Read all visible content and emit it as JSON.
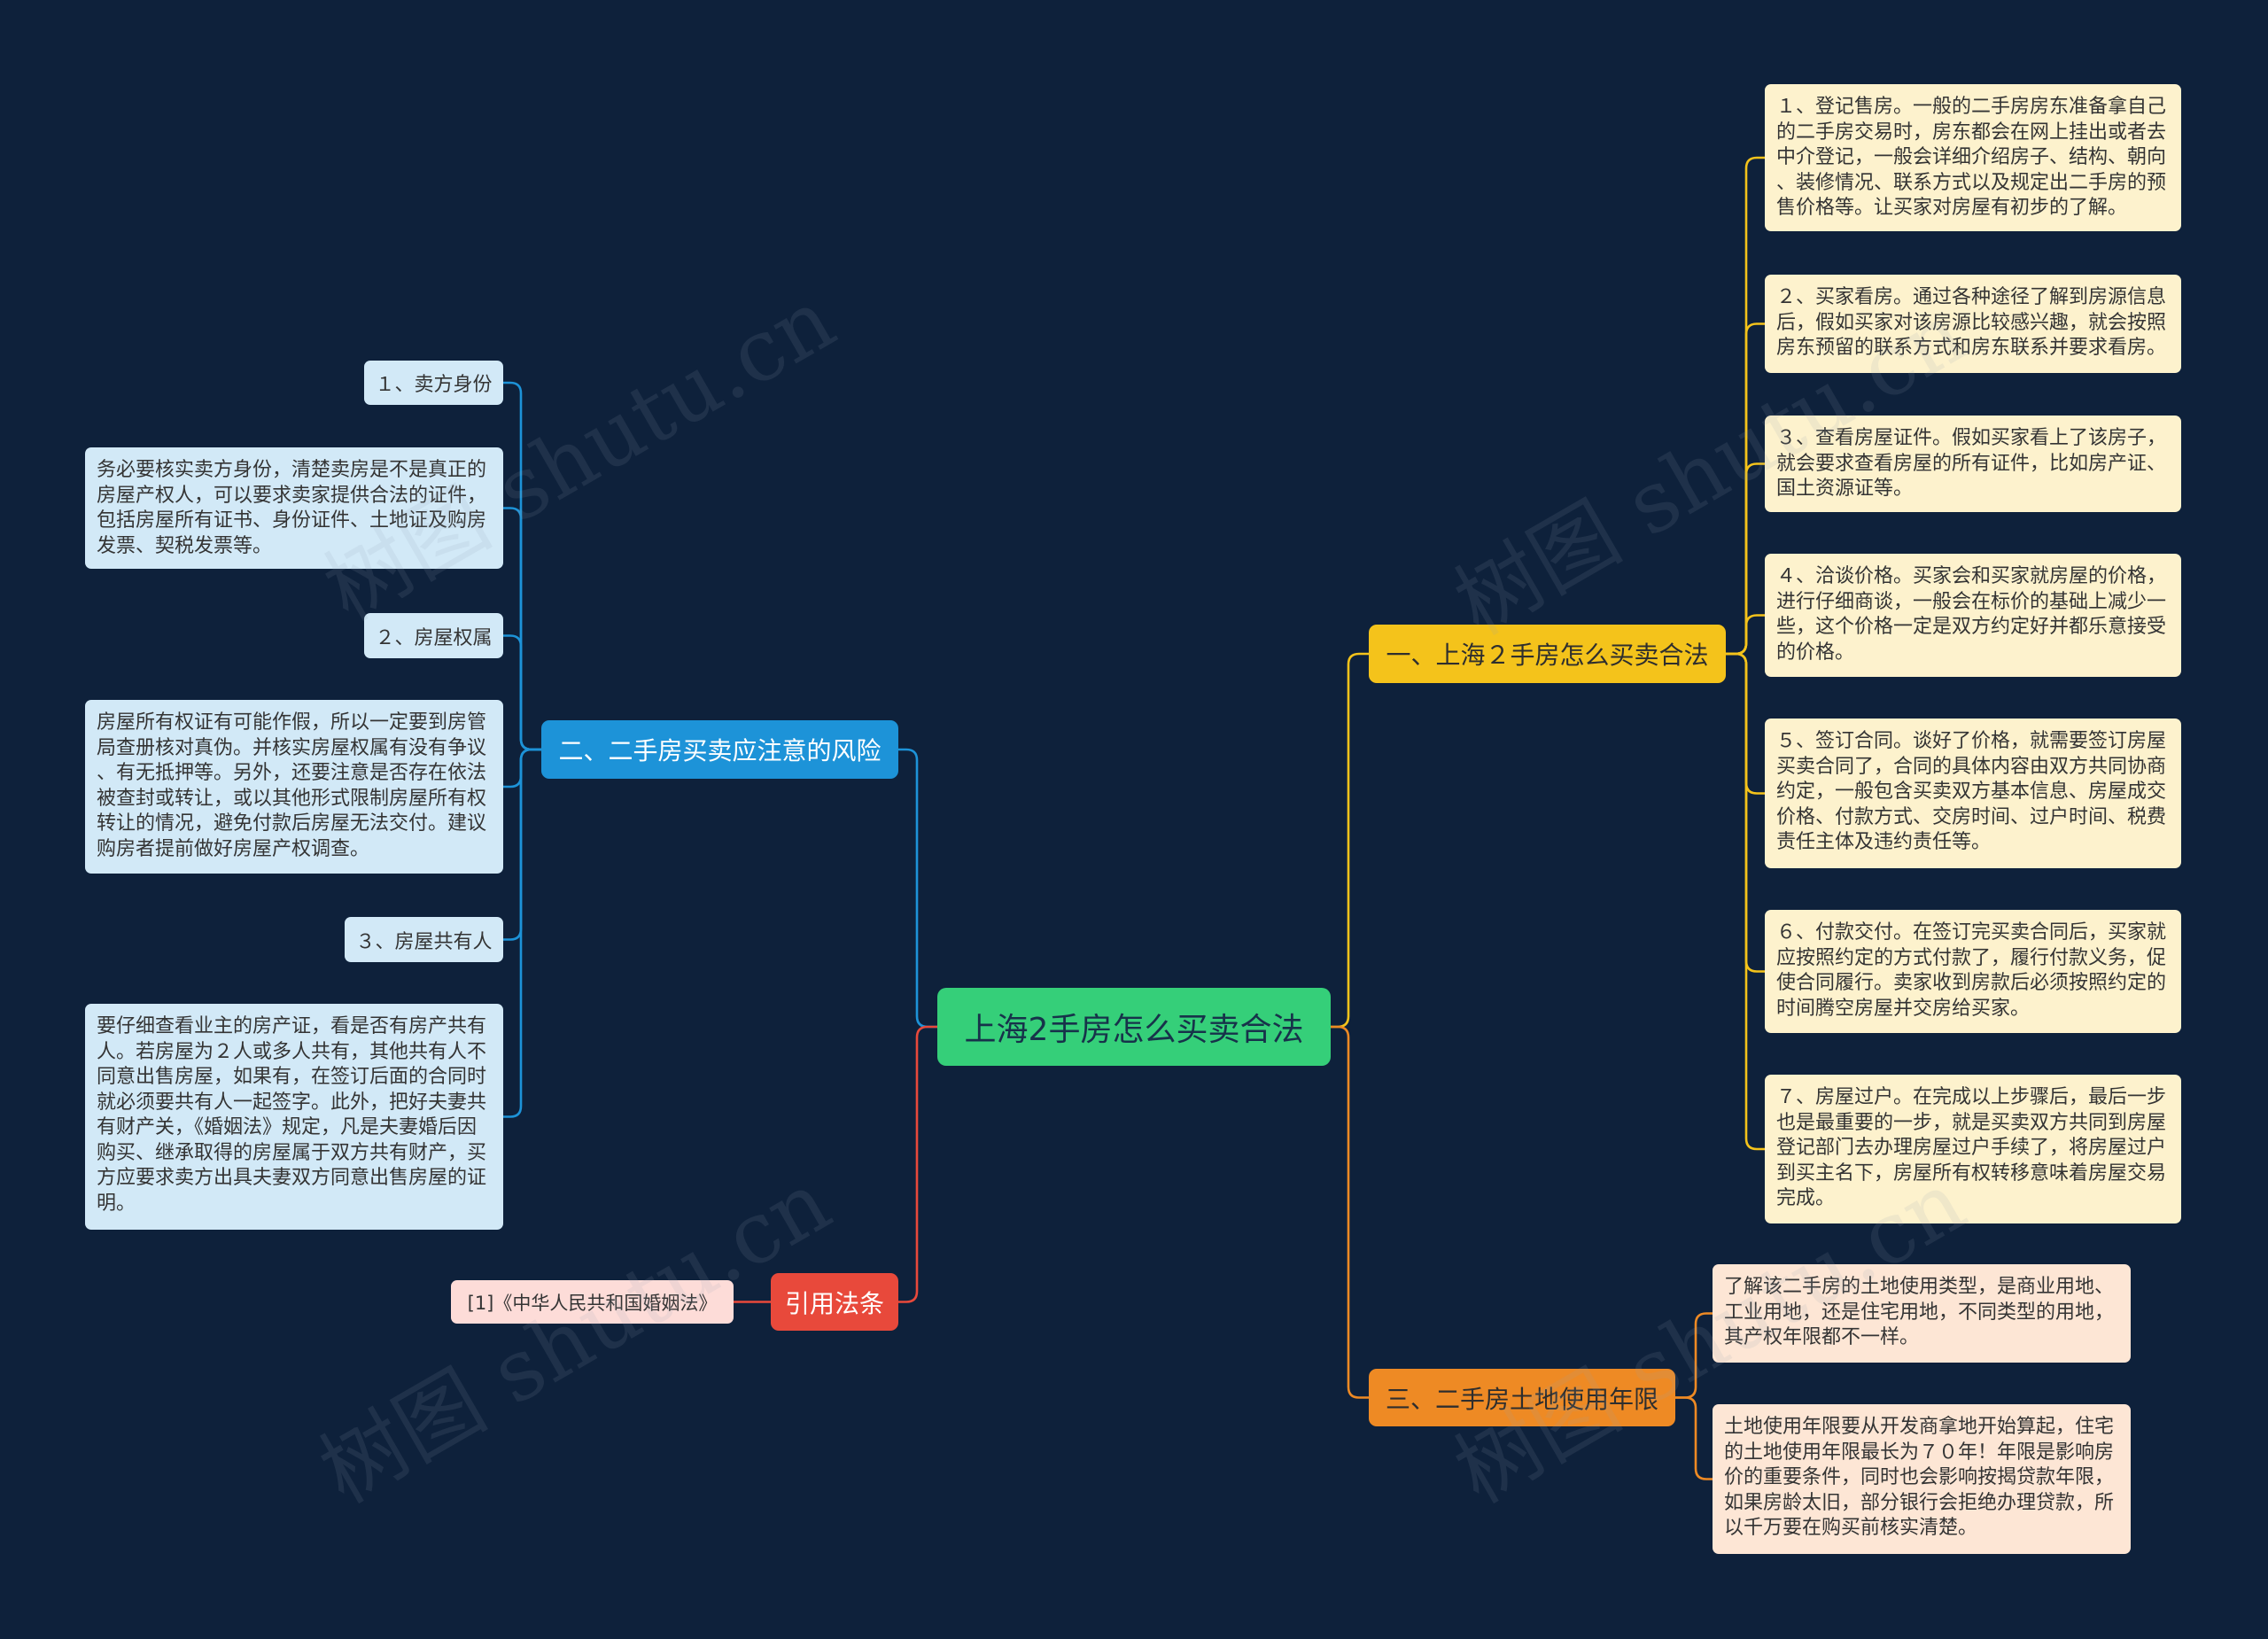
{
  "center": {
    "text": "上海2手房怎么买卖合法"
  },
  "branch_purchase": {
    "title": "一、上海２手房怎么买卖合法",
    "steps": [
      "１、登记售房。一般的二手房房东准备拿自己\n的二手房交易时，房东都会在网上挂出或者去\n中介登记，一般会详细介绍房子、结构、朝向\n、装修情况、联系方式以及规定出二手房的预\n售价格等。让买家对房屋有初步的了解。",
      "２、买家看房。通过各种途径了解到房源信息\n后，假如买家对该房源比较感兴趣，就会按照\n房东预留的联系方式和房东联系并要求看房。",
      "３、查看房屋证件。假如买家看上了该房子，\n就会要求查看房屋的所有证件，比如房产证、\n国土资源证等。",
      "４、洽谈价格。买家会和买家就房屋的价格，\n进行仔细商谈，一般会在标价的基础上减少一\n些，这个价格一定是双方约定好并都乐意接受\n的价格。",
      "５、签订合同。谈好了价格，就需要签订房屋\n买卖合同了，合同的具体内容由双方共同协商\n约定，一般包含买卖双方基本信息、房屋成交\n价格、付款方式、交房时间、过户时间、税费\n责任主体及违约责任等。",
      "６、付款交付。在签订完买卖合同后，买家就\n应按照约定的方式付款了，履行付款义务，促\n使合同履行。卖家收到房款后必须按照约定的\n时间腾空房屋并交房给买家。",
      "７、房屋过户。在完成以上步骤后，最后一步\n也是最重要的一步，就是买卖双方共同到房屋\n登记部门去办理房屋过户手续了，将房屋过户\n到买主名下，房屋所有权转移意味着房屋交易\n完成。"
    ]
  },
  "branch_land": {
    "title": "三、二手房土地使用年限",
    "notes": [
      "了解该二手房的土地使用类型，是商业用地、\n工业用地，还是住宅用地，不同类型的用地，\n其产权年限都不一样。",
      "土地使用年限要从开发商拿地开始算起，住宅\n的土地使用年限最长为７０年！年限是影响房\n价的重要条件，同时也会影响按揭贷款年限，\n如果房龄太旧，部分银行会拒绝办理贷款，所\n以千万要在购买前核实清楚。"
    ]
  },
  "branch_risks": {
    "title": "二、二手房买卖应注意的风险",
    "items": [
      {
        "label": "１、卖方身份",
        "detail": "务必要核实卖方身份，清楚卖房是不是真正的\n房屋产权人，可以要求卖家提供合法的证件，\n包括房屋所有证书、身份证件、土地证及购房\n发票、契税发票等。"
      },
      {
        "label": "２、房屋权属",
        "detail": "房屋所有权证有可能作假，所以一定要到房管\n局查册核对真伪。并核实房屋权属有没有争议\n、有无抵押等。另外，还要注意是否存在依法\n被查封或转让，或以其他形式限制房屋所有权\n转让的情况，避免付款后房屋无法交付。建议\n购房者提前做好房屋产权调查。"
      },
      {
        "label": "３、房屋共有人",
        "detail": "要仔细查看业主的房产证，看是否有房产共有\n人。若房屋为２人或多人共有，其他共有人不\n同意出售房屋，如果有，在签订后面的合同时\n就必须要共有人一起签字。此外，把好夫妻共\n有财产关，《婚姻法》规定，凡是夫妻婚后因\n购买、继承取得的房屋属于双方共有财产，买\n方应要求卖方出具夫妻双方同意出售房屋的证\n明。"
      }
    ]
  },
  "branch_law": {
    "title": "引用法条",
    "citations": [
      "[1]《中华人民共和国婚姻法》"
    ]
  },
  "watermark": {
    "text": "树图 shutu.cn"
  },
  "colors": {
    "background": "#0e213b",
    "center": "#35cf79",
    "purchase": "#f4c31b",
    "land": "#ee8a24",
    "risks": "#1d93d8",
    "law": "#e8493b",
    "purchase_leaf": "#fdf2cd",
    "land_leaf": "#fde6d5",
    "risks_leaf": "#d2e9f7",
    "law_leaf": "#fddcd8"
  }
}
